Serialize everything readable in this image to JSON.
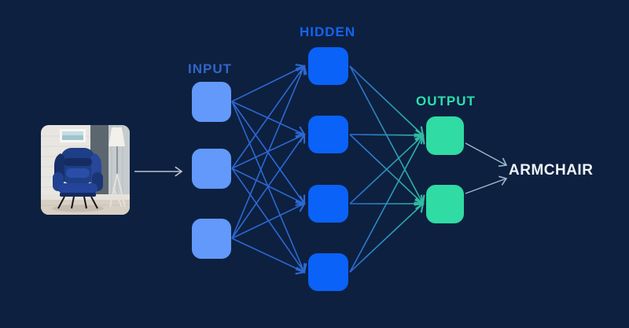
{
  "title": "Neural network diagram classifying an armchair photo",
  "background_color": "#0D2040",
  "input_image": {
    "description": "photo of a dark blue velvet armchair in a bright room with a framed seascape and a floor lamp",
    "arrow_icon": "right-arrow-icon",
    "arrow_color": "#B9C2CE"
  },
  "layers": [
    {
      "id": "input",
      "label": "INPUT",
      "label_color": "#3166C9",
      "node_color": "#6299FB",
      "node_count": 3
    },
    {
      "id": "hidden",
      "label": "HIDDEN",
      "label_color": "#1464EE",
      "node_color": "#0A62F8",
      "node_count": 4
    },
    {
      "id": "output",
      "label": "OUTPUT",
      "label_color": "#2CDFAC",
      "node_color": "#30DBA4",
      "node_count": 2
    }
  ],
  "prediction": {
    "label": "ARMCHAIR",
    "color": "#F0F4F8"
  },
  "edges": {
    "input_to_hidden": {
      "count": 12,
      "color": "#2C68D3"
    },
    "hidden_to_output": {
      "count": 8,
      "color_start": "#2C68D3",
      "color_end": "#2EBCA2"
    },
    "output_to_prediction": {
      "count": 2,
      "color": "#9DB7CC"
    },
    "image_to_input": {
      "count": 1,
      "color": "#B9C2CE"
    }
  }
}
